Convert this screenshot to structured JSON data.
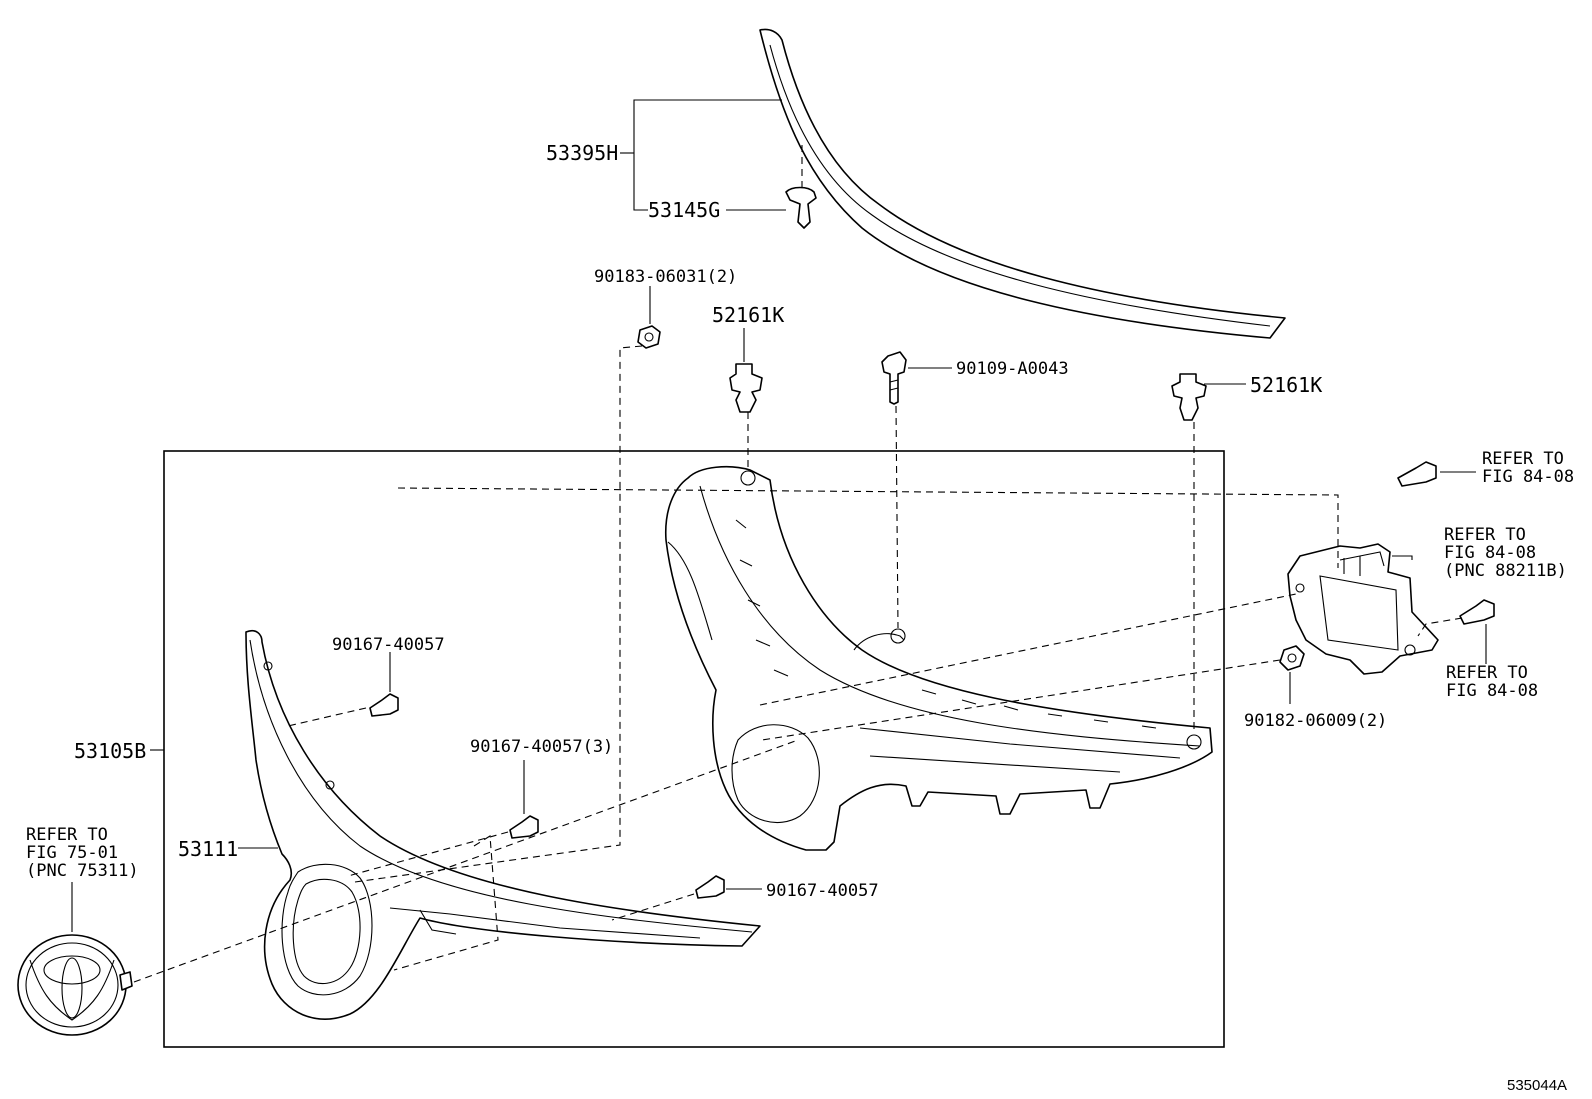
{
  "callouts": {
    "p53395H": "53395H",
    "p53145G": "53145G",
    "p90183": "90183-06031(2)",
    "p52161K_a": "52161K",
    "p90109": "90109-A0043",
    "p52161K_b": "52161K",
    "p90167_a": "90167-40057",
    "p90167_b": "90167-40057(3)",
    "p90167_c": "90167-40057",
    "p53105B": "53105B",
    "p53111": "53111",
    "p90182": "90182-06009(2)"
  },
  "references": {
    "emblem": [
      "REFER TO",
      "FIG 75-01",
      "(PNC 75311)"
    ],
    "bolt_top": [
      "REFER TO",
      "FIG 84-08"
    ],
    "sensor": [
      "REFER TO",
      "FIG 84-08",
      "(PNC 88211B)"
    ],
    "bolt_side": [
      "REFER TO",
      "FIG 84-08"
    ]
  },
  "figure_id": "535044A"
}
